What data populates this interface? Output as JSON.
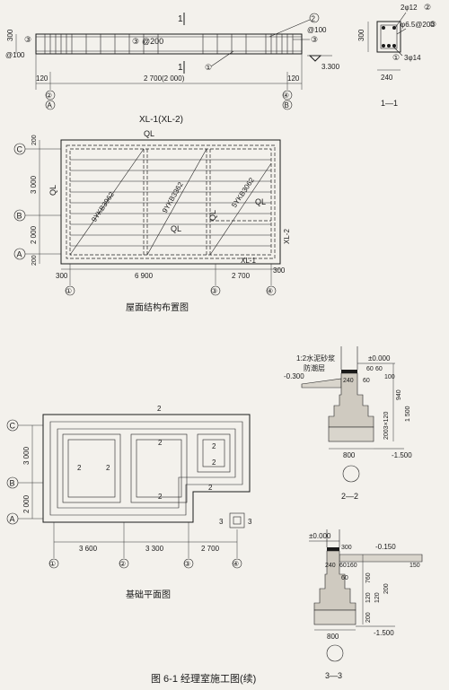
{
  "beam": {
    "section_mark": "1",
    "rebar_top": "2",
    "stirrup_mark": "③",
    "stirrup_spacing": "@200",
    "stirrup_mark2": "③",
    "spacing_left": "@100",
    "spacing_right": "@100",
    "mark_bottom": "①",
    "dim_height": "300",
    "elev": "3.300",
    "dim_left": "120",
    "dim_span": "2 700(2 000)",
    "dim_right": "120",
    "axis_a": "A",
    "axis_b": "B",
    "axis_2": "②",
    "axis_4": "④",
    "title": "XL-1(XL-2)"
  },
  "section11": {
    "rebar_top": "2φ12",
    "stirrup": "φ6.5@200",
    "rebar_bottom": "3φ14",
    "width": "240",
    "height": "300",
    "mark2": "②",
    "mark3": "③",
    "mark1": "①",
    "title": "1—1"
  },
  "roof": {
    "ql_top": "QL",
    "ql_left": "QL",
    "ql_mid": "QL",
    "ql_right": "QL",
    "ql_inner": "QL",
    "slab1": "9YKB3962",
    "slab2": "9YKB3362",
    "slab3": "5YKB3062",
    "xl1": "XL-1",
    "xl2": "XL-2",
    "axis_c": "C",
    "axis_b": "B",
    "axis_a": "A",
    "dim_200_top": "200",
    "dim_3000": "3 000",
    "dim_2000": "2 000",
    "dim_200_bot": "200",
    "dim_300_l": "300",
    "dim_6900": "6 900",
    "dim_2700": "2 700",
    "dim_300_r": "300",
    "ax1": "①",
    "ax3": "③",
    "ax4": "④",
    "title": "屋面结构布置图"
  },
  "foundation": {
    "sec2": "2",
    "sec3": "3",
    "axis_c": "C",
    "axis_b": "B",
    "axis_a": "A",
    "dim_3000": "3 000",
    "dim_2000": "2 000",
    "dim_3600": "3 600",
    "dim_3300": "3 300",
    "dim_2700": "2 700",
    "ax1": "①",
    "ax2": "②",
    "ax3": "③",
    "ax4": "④",
    "title": "基础平面图"
  },
  "section22": {
    "note1": "1:2水泥砂浆",
    "note2": "防潮层",
    "elev_top": "±0.000",
    "elev_ground": "-0.300",
    "elev_bottom": "-1.500",
    "d60a": "60",
    "d60b": "60",
    "d240": "240",
    "d60c": "60",
    "d100": "100",
    "d940": "940",
    "d1500": "1 500",
    "d2003x120": "2003×120",
    "width": "800",
    "title": "2—2"
  },
  "section33": {
    "elev_top": "±0.000",
    "elev_mid": "-0.150",
    "elev_bottom": "-1.500",
    "d300": "300",
    "d150": "150",
    "d240": "240",
    "d60a": "60",
    "d160": "160",
    "d60b": "60",
    "d760": "760",
    "d120a": "120",
    "d120b": "120",
    "d200a": "200",
    "d200b": "200",
    "width": "800",
    "title": "3—3"
  },
  "caption": "图 6-1   经理室施工图(续)"
}
